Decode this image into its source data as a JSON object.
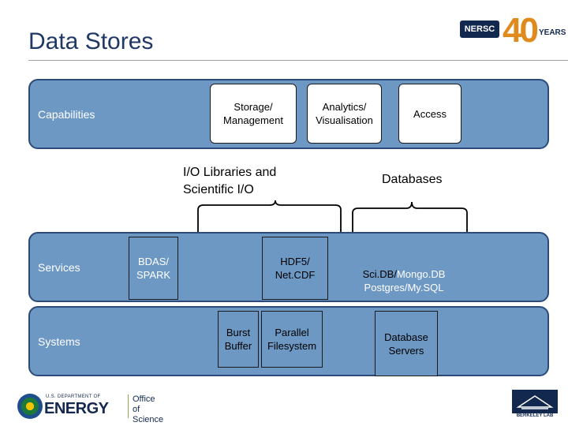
{
  "slide": {
    "title": "Data Stores"
  },
  "rows": {
    "capabilities": {
      "label": "Capabilities"
    },
    "services": {
      "label": "Services"
    },
    "systems": {
      "label": "Systems"
    }
  },
  "capabilities": {
    "storage": "Storage/\nManagement",
    "analytics": "Analytics/\nVisualisation",
    "access": "Access"
  },
  "groups": {
    "io_libraries": "I/O Libraries and\nScientific I/O",
    "databases": "Databases"
  },
  "services": {
    "bdas": "BDAS/\nSPARK",
    "hdf5": "HDF5/\nNet.CDF",
    "scidb_prefix": "Sci.DB/",
    "scidb_mongo": "Mongo.DB",
    "postgres": "Postgres/My.SQL"
  },
  "systems": {
    "burst_buffer": "Burst\nBuffer",
    "parallel_fs": "Parallel\nFilesystem",
    "db_servers": "Database\nServers"
  },
  "logos": {
    "nersc_word": "NERSC",
    "nersc_40": "40",
    "nersc_years": "YEARS",
    "doe_small": "U.S. DEPARTMENT OF",
    "doe_energy": "ENERGY",
    "doe_office": "Office of\nScience",
    "berkeley": "BERKELEY LAB"
  },
  "colors": {
    "band_fill": "#6d98c4",
    "band_border": "#2b4a78",
    "title": "#1f3864"
  }
}
